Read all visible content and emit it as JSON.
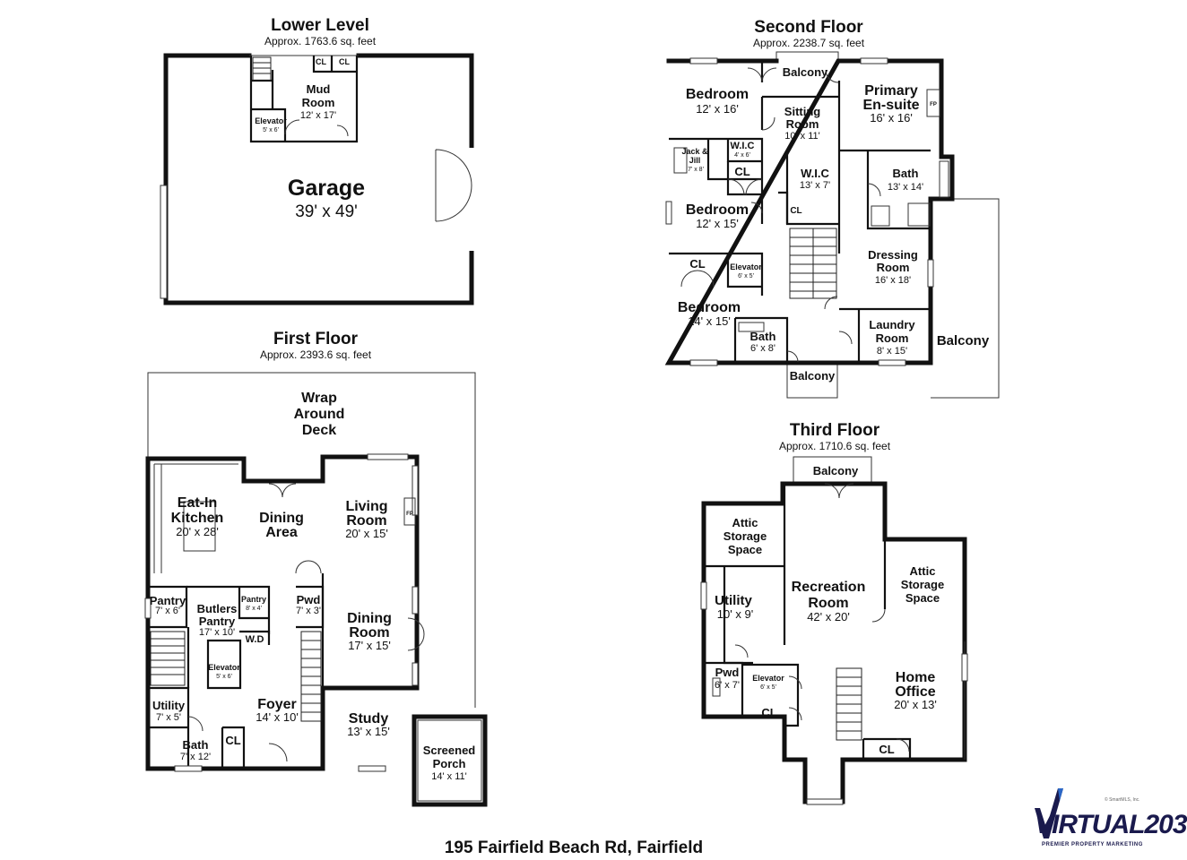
{
  "address": "195 Fairfield Beach Rd, Fairfield",
  "logo": {
    "brand": "VIRTUAL203",
    "tagline": "PREMIER PROPERTY MARKETING",
    "copyright": "© SmartMLS, Inc."
  },
  "floors": {
    "lower": {
      "title": "Lower Level",
      "area": "Approx. 1763.6 sq. feet",
      "rooms": [
        {
          "id": "garage",
          "name": "Garage",
          "dims": "39' x 49'"
        },
        {
          "id": "mud-room",
          "name": "Mud Room",
          "dims": "12' x 17'"
        },
        {
          "id": "elevator",
          "name": "Elevator",
          "dims": "5' x 6'"
        },
        {
          "id": "cl-1",
          "name": "CL",
          "dims": ""
        },
        {
          "id": "cl-2",
          "name": "CL",
          "dims": ""
        }
      ]
    },
    "first": {
      "title": "First Floor",
      "area": "Approx. 2393.6 sq. feet",
      "rooms": [
        {
          "id": "wrap-deck",
          "name": "Wrap Around Deck",
          "dims": ""
        },
        {
          "id": "kitchen",
          "name": "Eat-In Kitchen",
          "dims": "20' x 28'"
        },
        {
          "id": "dining-area",
          "name": "Dining Area",
          "dims": ""
        },
        {
          "id": "living-room",
          "name": "Living Room",
          "dims": "20' x 15'"
        },
        {
          "id": "fp",
          "name": "FP",
          "dims": ""
        },
        {
          "id": "pantry",
          "name": "Pantry",
          "dims": "7' x 6'"
        },
        {
          "id": "butlers-pantry",
          "name": "Butlers Pantry",
          "dims": "17' x 10'"
        },
        {
          "id": "pantry-small",
          "name": "Pantry",
          "dims": "8' x 4'"
        },
        {
          "id": "pwd",
          "name": "Pwd",
          "dims": "7' x 3'"
        },
        {
          "id": "wd",
          "name": "W.D",
          "dims": ""
        },
        {
          "id": "dining-room",
          "name": "Dining Room",
          "dims": "17' x 15'"
        },
        {
          "id": "elevator",
          "name": "Elevator",
          "dims": "5' x 6'"
        },
        {
          "id": "utility",
          "name": "Utility",
          "dims": "7' x 5'"
        },
        {
          "id": "foyer",
          "name": "Foyer",
          "dims": "14' x 10'"
        },
        {
          "id": "study",
          "name": "Study",
          "dims": "13' x 15'"
        },
        {
          "id": "bath",
          "name": "Bath",
          "dims": "7' x 12'"
        },
        {
          "id": "cl",
          "name": "CL",
          "dims": ""
        },
        {
          "id": "screened-porch",
          "name": "Screened Porch",
          "dims": "14' x 11'"
        }
      ]
    },
    "second": {
      "title": "Second Floor",
      "area": "Approx. 2238.7 sq. feet",
      "rooms": [
        {
          "id": "balcony-top",
          "name": "Balcony",
          "dims": ""
        },
        {
          "id": "bedroom-1",
          "name": "Bedroom",
          "dims": "12' x 16'"
        },
        {
          "id": "sitting-room",
          "name": "Sitting Room",
          "dims": "10' x 11'"
        },
        {
          "id": "primary",
          "name": "Primary En-suite",
          "dims": "16' x 16'"
        },
        {
          "id": "fp",
          "name": "FP",
          "dims": ""
        },
        {
          "id": "jack-jill",
          "name": "Jack & Jill",
          "dims": "7' x 8'"
        },
        {
          "id": "wic-small",
          "name": "W.I.C",
          "dims": "4' x 6'"
        },
        {
          "id": "cl-a",
          "name": "CL",
          "dims": ""
        },
        {
          "id": "wic",
          "name": "W.I.C",
          "dims": "13' x 7'"
        },
        {
          "id": "bath-primary",
          "name": "Bath",
          "dims": "13' x 14'"
        },
        {
          "id": "bedroom-2",
          "name": "Bedroom",
          "dims": "12' x 15'"
        },
        {
          "id": "cl-b",
          "name": "CL",
          "dims": ""
        },
        {
          "id": "dressing",
          "name": "Dressing Room",
          "dims": "16' x 18'"
        },
        {
          "id": "cl-c",
          "name": "CL",
          "dims": ""
        },
        {
          "id": "elevator",
          "name": "Elevator",
          "dims": "6' x 5'"
        },
        {
          "id": "bedroom-3",
          "name": "Bedroom",
          "dims": "14' x 15'"
        },
        {
          "id": "bath-small",
          "name": "Bath",
          "dims": "6' x 8'"
        },
        {
          "id": "laundry",
          "name": "Laundry Room",
          "dims": "8' x 15'"
        },
        {
          "id": "balcony-right",
          "name": "Balcony",
          "dims": ""
        },
        {
          "id": "balcony-bottom",
          "name": "Balcony",
          "dims": ""
        }
      ]
    },
    "third": {
      "title": "Third Floor",
      "area": "Approx. 1710.6 sq. feet",
      "rooms": [
        {
          "id": "balcony",
          "name": "Balcony",
          "dims": ""
        },
        {
          "id": "attic-left",
          "name": "Attic Storage Space",
          "dims": ""
        },
        {
          "id": "recreation",
          "name": "Recreation Room",
          "dims": "42' x 20'"
        },
        {
          "id": "attic-right",
          "name": "Attic Storage Space",
          "dims": ""
        },
        {
          "id": "utility",
          "name": "Utility",
          "dims": "10' x 9'"
        },
        {
          "id": "pwd",
          "name": "Pwd",
          "dims": "6' x 7'"
        },
        {
          "id": "elevator",
          "name": "Elevator",
          "dims": "6' x 5'"
        },
        {
          "id": "cl-a",
          "name": "CL",
          "dims": ""
        },
        {
          "id": "home-office",
          "name": "Home Office",
          "dims": "20' x 13'"
        },
        {
          "id": "cl-b",
          "name": "CL",
          "dims": ""
        }
      ]
    }
  }
}
